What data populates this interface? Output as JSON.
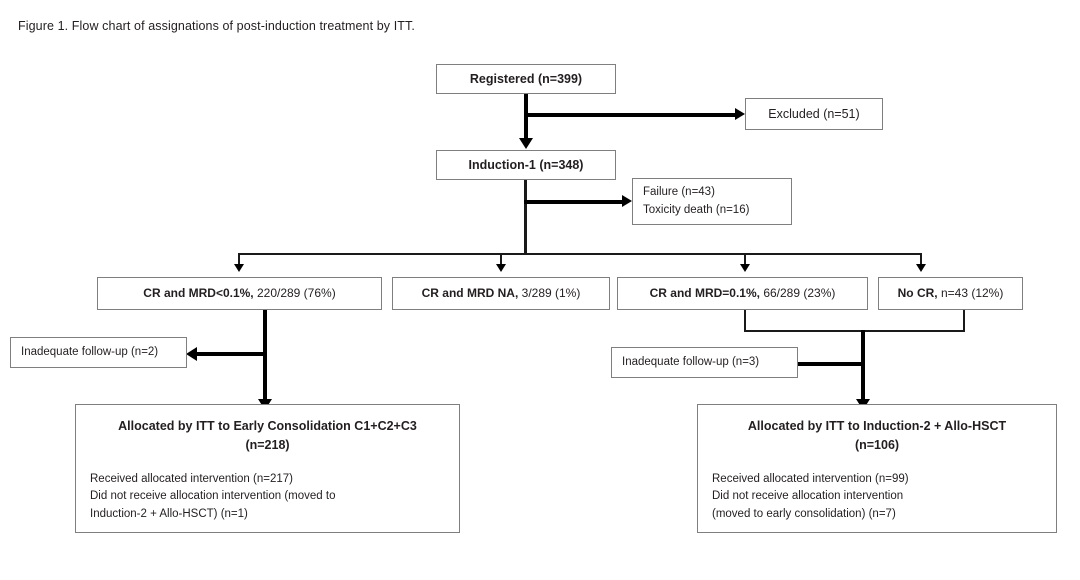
{
  "figure": {
    "caption": "Figure 1. Flow chart of assignations of post-induction treatment by ITT."
  },
  "nodes": {
    "registered": {
      "label": "Registered (n=399)"
    },
    "excluded": {
      "label": "Excluded (n=51)"
    },
    "induction1": {
      "label": "Induction-1 (n=348)"
    },
    "failure": {
      "line1": "Failure (n=43)",
      "line2": "Toxicity death (n=16)"
    },
    "crmrd_low": {
      "bold": "CR and MRD<0.1%,",
      "rest": " 220/289 (76%)"
    },
    "crmrd_na": {
      "bold": "CR and MRD NA,",
      "rest": " 3/289 (1%)"
    },
    "crmrd_eq": {
      "bold": "CR and MRD=0.1%,",
      "rest": " 66/289 (23%)"
    },
    "no_cr": {
      "bold": "No CR,",
      "rest": " n=43 (12%)"
    },
    "inadequate_left": {
      "label": "Inadequate follow-up (n=2)"
    },
    "inadequate_right": {
      "label": "Inadequate follow-up (n=3)"
    },
    "alloc_left": {
      "title_line1": "Allocated by ITT to Early Consolidation C1+C2+C3",
      "title_line2": "(n=218)",
      "body_line1": "Received allocated intervention (n=217)",
      "body_line2": "Did not receive allocation intervention (moved to",
      "body_line3": "Induction-2 + Allo-HSCT) (n=1)"
    },
    "alloc_right": {
      "title_line1": "Allocated by ITT to Induction-2 + Allo-HSCT",
      "title_line2": "(n=106)",
      "body_line1": "Received allocated intervention (n=99)",
      "body_line2": "Did not receive allocation intervention",
      "body_line3": "(moved to early consolidation) (n=7)"
    }
  },
  "style": {
    "box_border_color": "#7f7f7f",
    "connector_color": "#000000",
    "text_color": "#231f20",
    "background": "#ffffff"
  }
}
